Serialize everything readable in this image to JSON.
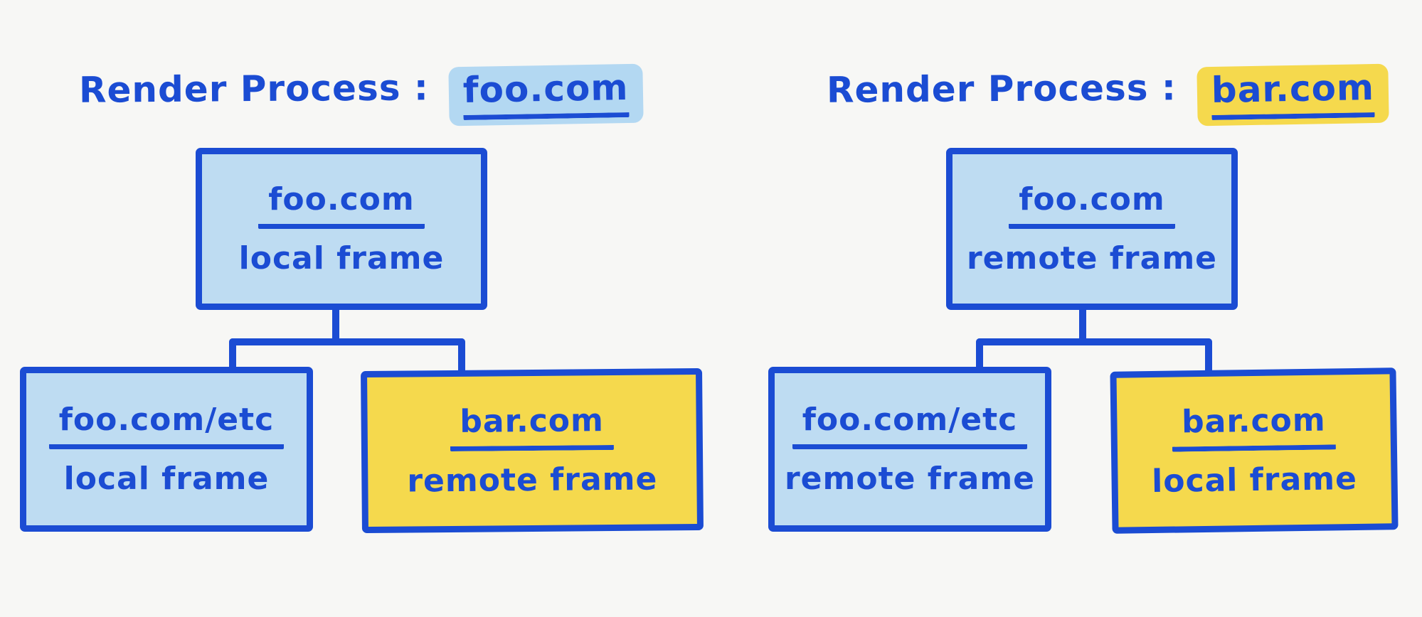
{
  "colors": {
    "ink": "#1b4cd3",
    "blue_fill": "#bedcf2",
    "blue_highlight": "#b3d8f2",
    "yellow_fill": "#f5d94d",
    "background": "#f7f7f5"
  },
  "diagram": {
    "description": "Two render process frame trees"
  },
  "trees": [
    {
      "title": {
        "prefix": "Render Process :",
        "domain": "foo.com",
        "highlight": "blue"
      },
      "root": {
        "domain": "foo.com",
        "frame": "local frame",
        "fill": "blue"
      },
      "children": [
        {
          "domain": "foo.com/etc",
          "frame": "local frame",
          "fill": "blue"
        },
        {
          "domain": "bar.com",
          "frame": "remote frame",
          "fill": "yellow"
        }
      ]
    },
    {
      "title": {
        "prefix": "Render Process :",
        "domain": "bar.com",
        "highlight": "yellow"
      },
      "root": {
        "domain": "foo.com",
        "frame": "remote frame",
        "fill": "blue"
      },
      "children": [
        {
          "domain": "foo.com/etc",
          "frame": "remote frame",
          "fill": "blue"
        },
        {
          "domain": "bar.com",
          "frame": "local frame",
          "fill": "yellow"
        }
      ]
    }
  ]
}
